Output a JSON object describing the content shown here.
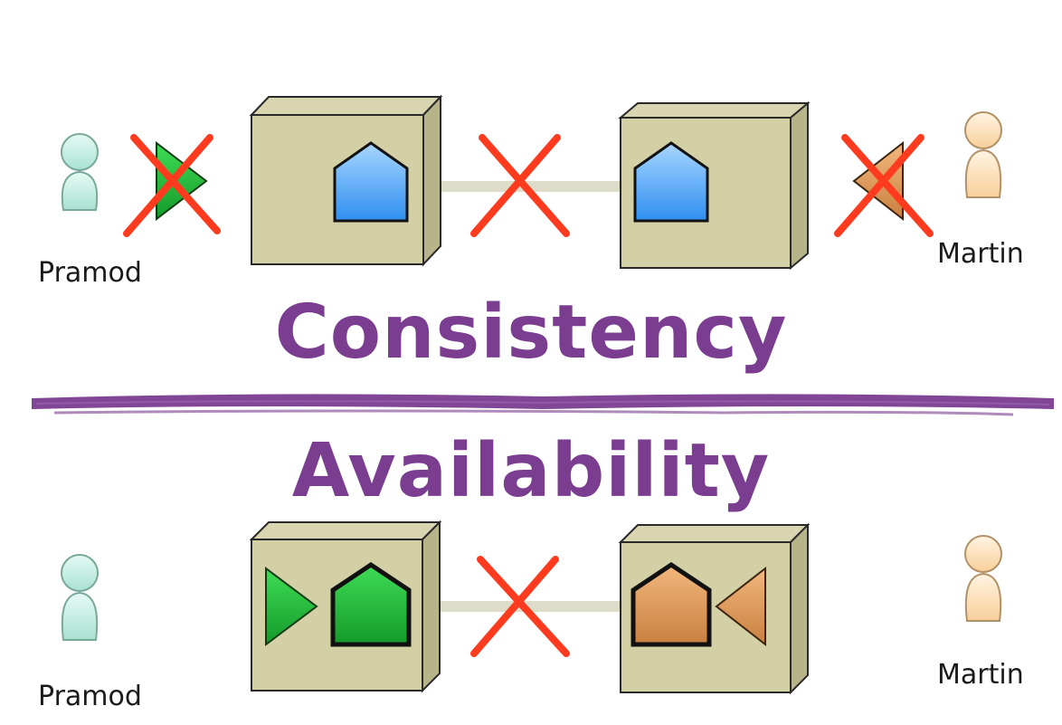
{
  "top_scenario": {
    "left_user": "Pramod",
    "right_user": "Martin",
    "title": "Consistency"
  },
  "bottom_scenario": {
    "left_user": "Pramod",
    "right_user": "Martin",
    "title": "Availability"
  },
  "colors": {
    "title": "#7a3d90",
    "divider": "#7a3d90",
    "node_box": "#d4d0a6",
    "cross": "#ff3b1f",
    "blue_data": "#4aa3f0",
    "green_data": "#22b33a",
    "orange_data": "#d99555",
    "pramod_user": "#c8efe3",
    "martin_user": "#fde3bd"
  },
  "icons": [
    "user-icon",
    "arrow-triangle-icon",
    "server-node-icon",
    "data-pentagon-icon",
    "cross-icon"
  ]
}
